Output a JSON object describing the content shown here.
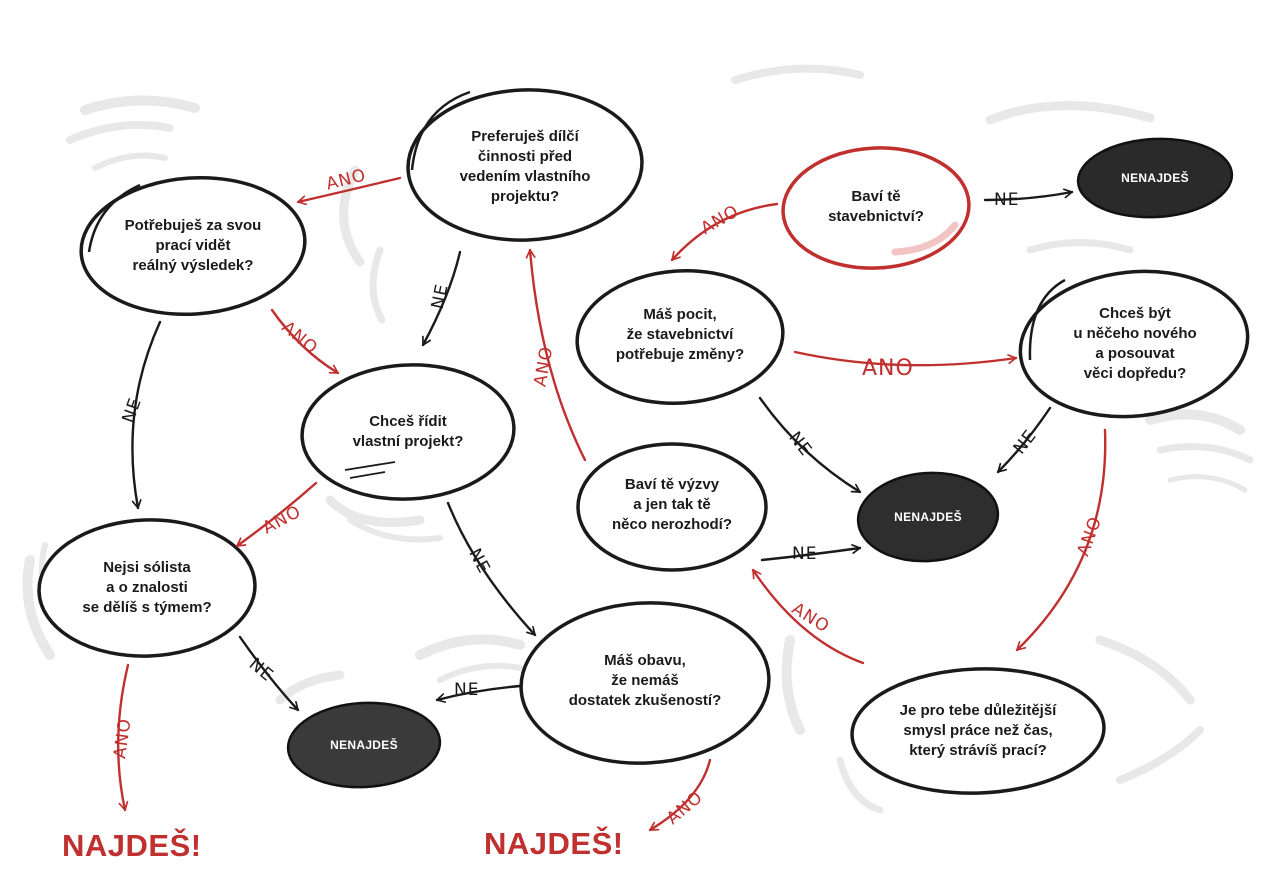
{
  "colors": {
    "ink": "#1a1a1a",
    "accent_red": "#c0302f",
    "dark_fill": "#2e2e2e",
    "shadow_gray": "#e6e6e6"
  },
  "nodes": {
    "q_potrebujes": "Potřebuješ za svou\nprací vidět\nreálný výsledek?",
    "q_preferujes": "Preferuješ dílčí\nčinnosti před\nvedením vlastního\nprojektu?",
    "q_chces_ridit": "Chceš řídit\nvlastní projekt?",
    "q_nejsi_solista": "Nejsi sólista\na o znalosti\nse dělíš s týmem?",
    "q_mas_obavu": "Máš obavu,\nže nemáš\ndostatek zkušeností?",
    "q_bavi_vyzvy": "Baví tě výzvy\na jen tak tě\nněco nerozhodí?",
    "q_bavi_stavebnictvi": "Baví tě\nstavebnictví?",
    "q_mas_pocit": "Máš pocit,\nže stavebnictví\npotřebuje změny?",
    "q_chces_byt": "Chceš být\nu něčeho nového\na posouvat\nvěci dopředu?",
    "q_je_pro_tebe": "Je pro tebe důležitější\nsmysl práce než čas,\nkterý strávíš prací?",
    "end_nenajdes_1": "NENAJDEŠ",
    "end_nenajdes_2": "NENAJDEŠ",
    "end_nenajdes_3": "NENAJDEŠ"
  },
  "results": {
    "najdes_left": "NAJDEŠ!",
    "najdes_center": "NAJDEŠ!"
  },
  "edge_labels": {
    "yes": "ANO",
    "no": "NE"
  }
}
